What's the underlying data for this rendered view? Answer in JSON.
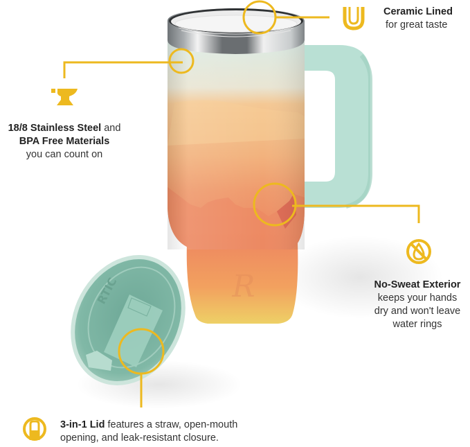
{
  "colors": {
    "accent": "#EDB91F",
    "text": "#2b2b2b",
    "tumbler_mint": "#C9E4DA",
    "tumbler_peach": "#F3B57C",
    "tumbler_coral": "#EC8A62",
    "tumbler_yellow": "#EFC763",
    "lid_green": "#7FB5A4",
    "rim_steel": "#7b7f82"
  },
  "product": {
    "name": "Insulated tumbler with handle",
    "lid_brand_text": "RTIC",
    "base_logo": "R"
  },
  "features": [
    {
      "id": "ceramic",
      "icon": "u-ceramic-icon",
      "title": "Ceramic Lined",
      "subtitle": "for great taste"
    },
    {
      "id": "steel",
      "icon": "anvil-icon",
      "title_line1_bold": "18/8 Stainless Steel",
      "title_line1_rest": " and",
      "title_line2_bold": "BPA Free Materials",
      "subtitle": "you can count on"
    },
    {
      "id": "no-sweat",
      "icon": "no-water-drop-icon",
      "title": "No-Sweat Exterior",
      "line1": "keeps your hands",
      "line2": "dry and won't leave",
      "line3": "water rings"
    },
    {
      "id": "lid",
      "icon": "lid-icon",
      "title_bold": "3-in-1 Lid",
      "line1_rest": " features a straw, open-mouth",
      "line2": "opening, and leak-resistant closure."
    }
  ]
}
